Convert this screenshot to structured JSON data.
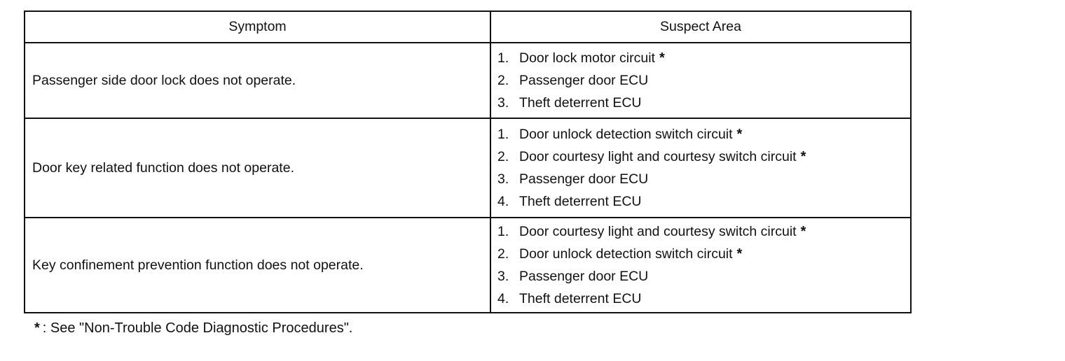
{
  "table": {
    "headers": [
      "Symptom",
      "Suspect Area"
    ],
    "rows": [
      {
        "symptom": "Passenger side door lock does not operate.",
        "suspects": [
          {
            "num": "1.",
            "text": "Door lock motor circuit",
            "star": "*"
          },
          {
            "num": "2.",
            "text": "Passenger door ECU",
            "star": ""
          },
          {
            "num": "3.",
            "text": "Theft deterrent ECU",
            "star": ""
          }
        ]
      },
      {
        "symptom": "Door key related function does not operate.",
        "suspects": [
          {
            "num": "1.",
            "text": "Door unlock detection switch circuit",
            "star": "*"
          },
          {
            "num": "2.",
            "text": "Door courtesy light and courtesy switch circuit",
            "star": "*"
          },
          {
            "num": "3.",
            "text": "Passenger door ECU",
            "star": ""
          },
          {
            "num": "4.",
            "text": "Theft deterrent ECU",
            "star": ""
          }
        ]
      },
      {
        "symptom": "Key confinement prevention function does not operate.",
        "suspects": [
          {
            "num": "1.",
            "text": "Door courtesy light and courtesy switch circuit",
            "star": "*"
          },
          {
            "num": "2.",
            "text": "Door unlock detection switch circuit",
            "star": "*"
          },
          {
            "num": "3.",
            "text": "Passenger door ECU",
            "star": ""
          },
          {
            "num": "4.",
            "text": "Theft deterrent ECU",
            "star": ""
          }
        ]
      }
    ]
  },
  "footnote": {
    "star": "*",
    "text": ": See \"Non-Trouble Code Diagnostic Procedures\"."
  }
}
